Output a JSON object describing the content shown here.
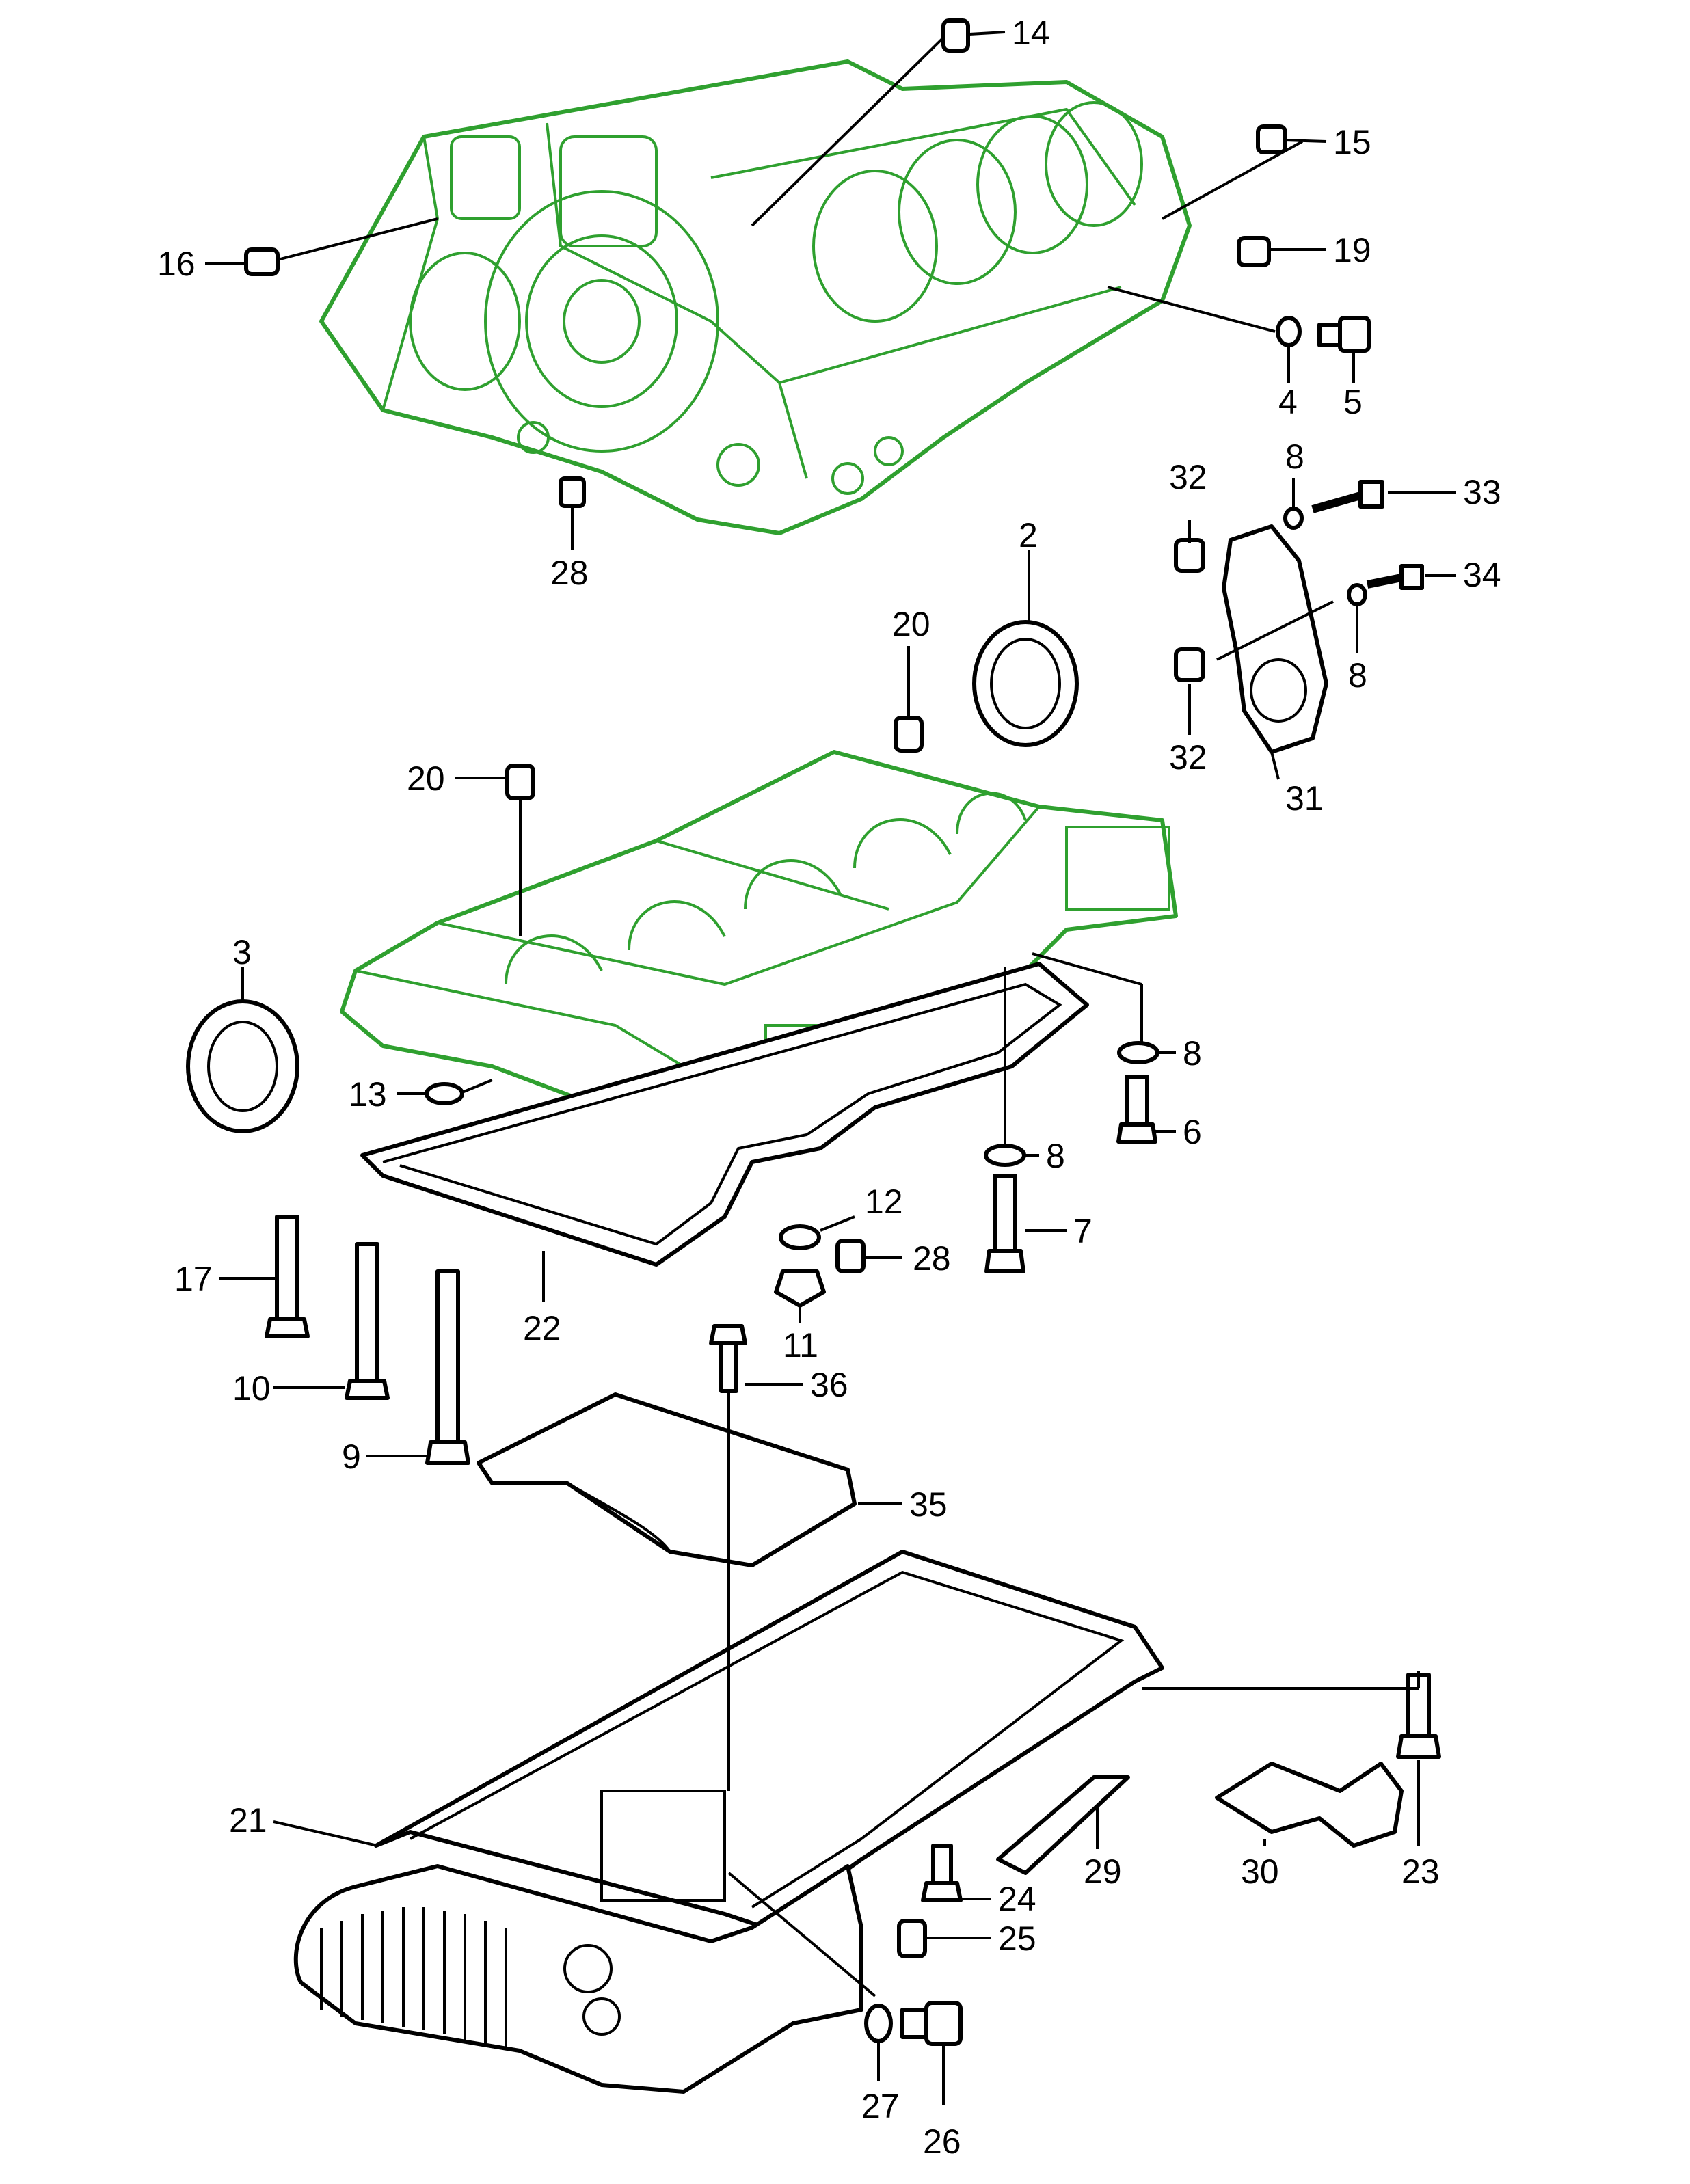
{
  "diagram": {
    "colors": {
      "engine_block": "#2fa02f",
      "parts": "#000000",
      "background": "#ffffff"
    },
    "labels": {
      "p2": "2",
      "p3": "3",
      "p4": "4",
      "p5": "5",
      "p6": "6",
      "p7": "7",
      "p8a": "8",
      "p8b": "8",
      "p8c": "8",
      "p8d": "8",
      "p9": "9",
      "p10": "10",
      "p11": "11",
      "p12": "12",
      "p13": "13",
      "p14": "14",
      "p15": "15",
      "p16": "16",
      "p17": "17",
      "p19": "19",
      "p20a": "20",
      "p20b": "20",
      "p21": "21",
      "p22": "22",
      "p23": "23",
      "p24": "24",
      "p25": "25",
      "p26": "26",
      "p27": "27",
      "p28a": "28",
      "p28b": "28",
      "p29": "29",
      "p30": "30",
      "p31": "31",
      "p32a": "32",
      "p32b": "32",
      "p33": "33",
      "p34": "34",
      "p35": "35",
      "p36": "36"
    }
  }
}
